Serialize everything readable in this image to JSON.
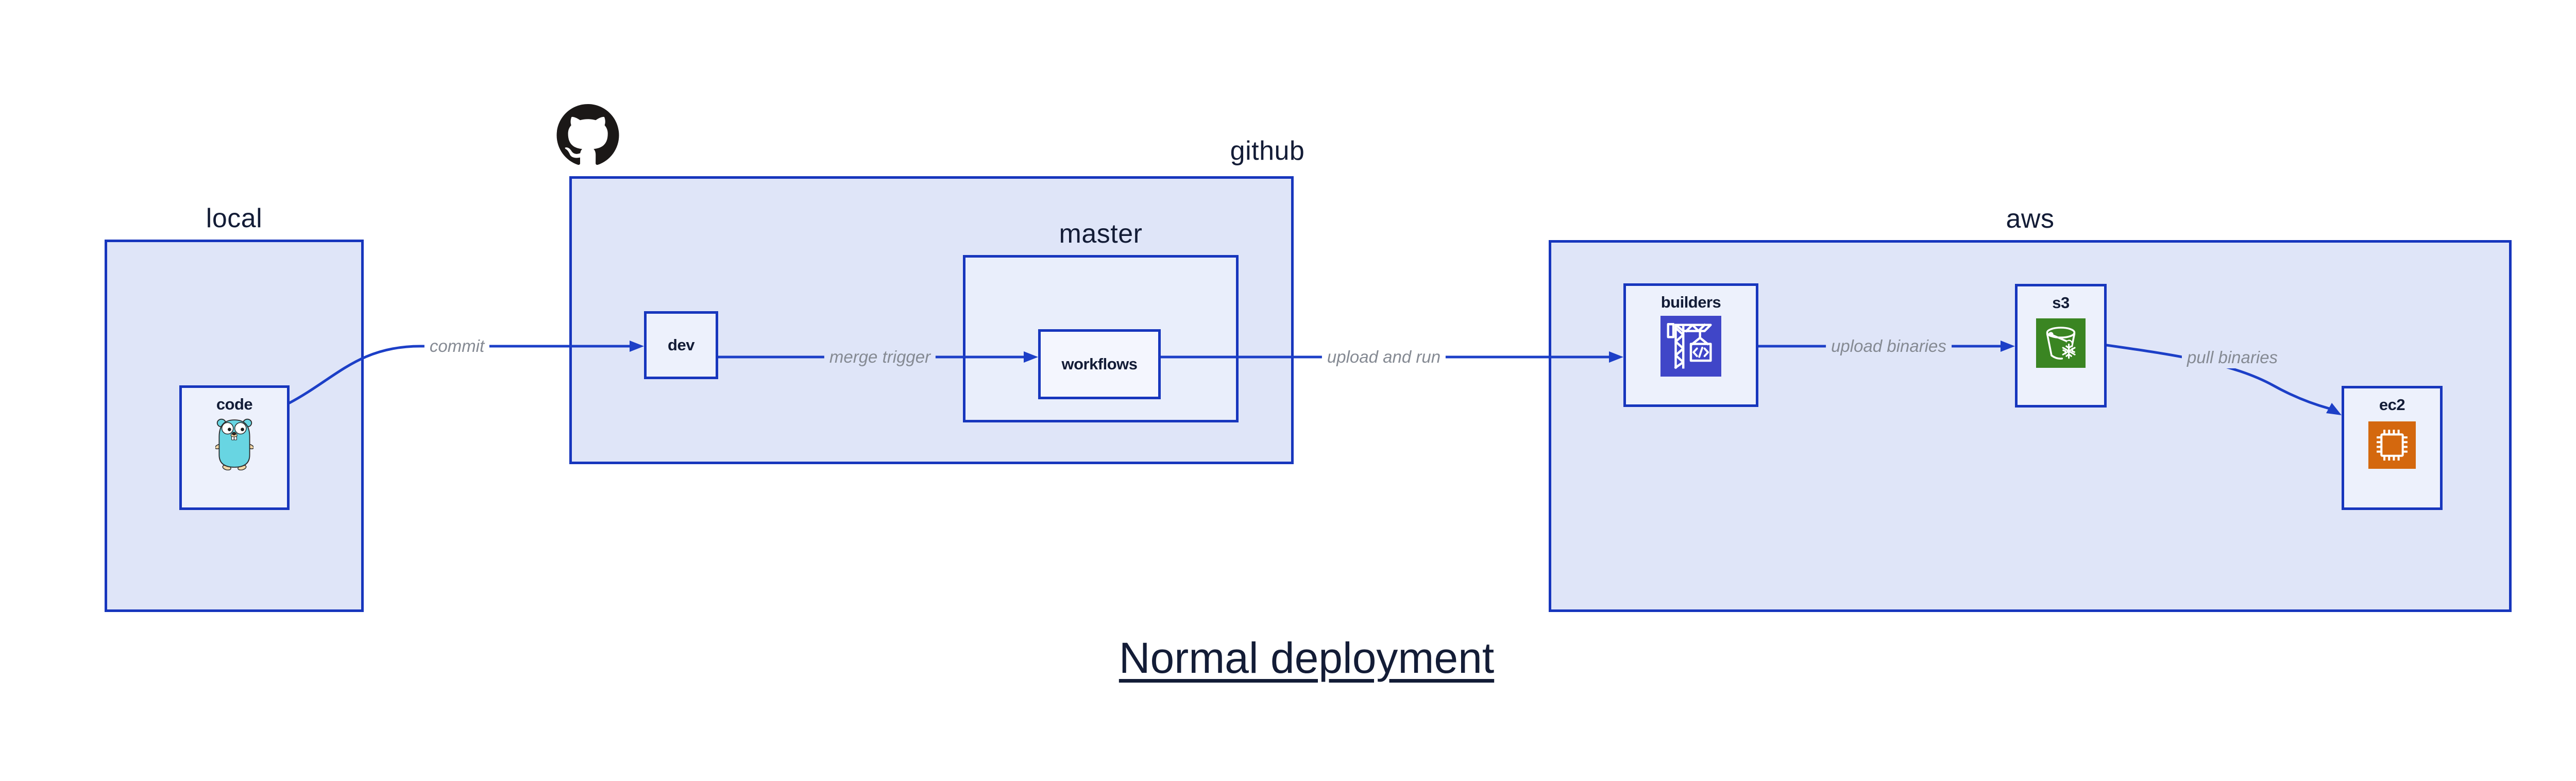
{
  "diagram": {
    "title": "Normal deployment",
    "containers": {
      "local": {
        "label": "local"
      },
      "github": {
        "label": "github"
      },
      "master": {
        "label": "master"
      },
      "aws": {
        "label": "aws"
      }
    },
    "nodes": {
      "code": {
        "label": "code"
      },
      "dev": {
        "label": "dev"
      },
      "workflows": {
        "label": "workflows"
      },
      "builders": {
        "label": "builders"
      },
      "s3": {
        "label": "s3"
      },
      "ec2": {
        "label": "ec2"
      }
    },
    "edges": {
      "commit": {
        "label": "commit",
        "from": "code",
        "to": "dev"
      },
      "merge_trigger": {
        "label": "merge trigger",
        "from": "dev",
        "to": "workflows"
      },
      "upload_and_run": {
        "label": "upload and run",
        "from": "workflows",
        "to": "builders"
      },
      "upload_binaries": {
        "label": "upload binaries",
        "from": "builders",
        "to": "s3"
      },
      "pull_binaries": {
        "label": "pull binaries",
        "from": "s3",
        "to": "ec2"
      }
    },
    "icons": {
      "gopher": "go-gopher-icon",
      "github": "github-logo-icon",
      "builders": "crane-codebuild-icon",
      "s3": "s3-glacier-bucket-icon",
      "ec2": "ec2-chip-icon"
    },
    "colors": {
      "border_blue": "#1736bd",
      "arrow_blue": "#1c3fc7",
      "container_fill": "#dfe5f8",
      "node_fill": "#edf1fc",
      "label_navy": "#131c36",
      "edge_label_gray": "#858a93",
      "builders_icon_bg": "#4046c8",
      "s3_icon_bg": "#3a8522",
      "ec2_icon_bg": "#d4680e",
      "gopher_teal": "#68d5e2",
      "github_black": "#1b1817"
    }
  }
}
